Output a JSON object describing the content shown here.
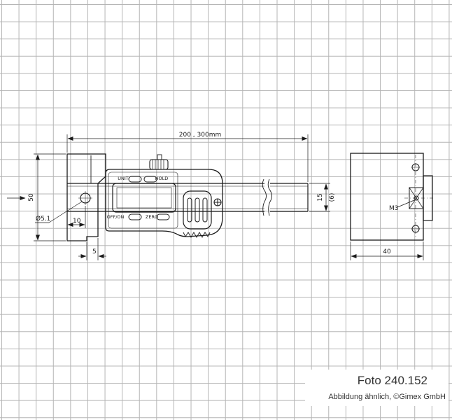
{
  "drawing": {
    "dims": {
      "length_range": "200 , 300mm",
      "height": "50",
      "hole_dia": "Ø5.1",
      "hole_offset": "10",
      "base_step": "5",
      "beam_width": "15",
      "beam_ref": "(6)",
      "thread": "M3",
      "side_width": "40"
    },
    "buttons": {
      "unit": "UNIT",
      "hold": "HOLD",
      "off_on": "OFF/ON",
      "zero": "ZERO"
    }
  },
  "footer": {
    "foto_label": "Foto 240.152",
    "credit": "Abbildung ähnlich, ©Gimex GmbH"
  },
  "colors": {
    "line": "#1a1a1a",
    "grid": "#b4b4b4",
    "background": "#ffffff"
  }
}
